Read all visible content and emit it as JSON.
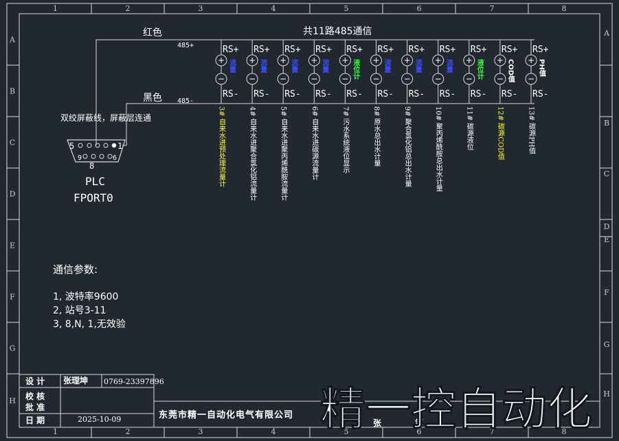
{
  "grid": {
    "cols": [
      "1",
      "2",
      "3",
      "4",
      "5",
      "6",
      "7",
      "8"
    ],
    "rows_left": [
      "A",
      "B",
      "C",
      "D",
      "E",
      "F",
      "G",
      "H"
    ],
    "rows_right": [
      "A",
      "B",
      "C",
      "D",
      "E",
      "F",
      "G",
      "H"
    ],
    "row_right_extra": "D"
  },
  "bus": {
    "title": "共11路485通信",
    "red_label": "红色",
    "black_label": "黑色",
    "plus_label": "485+",
    "minus_label": "485-",
    "shield_note": "双绞屏蔽线，屏蔽层连通"
  },
  "plc": {
    "name": "PLC",
    "port": "FPORT0",
    "pin5": "5",
    "pin1": "1",
    "pin9": "9",
    "pin6": "6",
    "pin8": "8"
  },
  "modules": [
    {
      "top": "RS+",
      "bottom": "RS-",
      "plus": "+",
      "minus": "−",
      "tag": "流量",
      "tag_color": "#3a4cff",
      "caption": "3# 自来水进预处理流量计",
      "caption_color": "#ffff33"
    },
    {
      "top": "RS+",
      "bottom": "RS-",
      "plus": "+",
      "minus": "−",
      "tag": "流量",
      "tag_color": "#3a4cff",
      "caption": "4# 自来水进聚合氯化铝流量计",
      "caption_color": "#ffffff"
    },
    {
      "top": "RS+",
      "bottom": "RS-",
      "plus": "+",
      "minus": "−",
      "tag": "流量",
      "tag_color": "#3a4cff",
      "caption": "5# 自来水进聚丙烯酰胺流量计",
      "caption_color": "#ffffff"
    },
    {
      "top": "RS+",
      "bottom": "RS-",
      "plus": "+",
      "minus": "−",
      "tag": "流量",
      "tag_color": "#3a4cff",
      "caption": "6# 自来水进碳源流量计",
      "caption_color": "#ffffff"
    },
    {
      "top": "RS+",
      "bottom": "RS-",
      "plus": "+",
      "minus": "−",
      "tag": "液位计",
      "tag_color": "#33ff33",
      "caption": "7# 污水系统液位显示",
      "caption_color": "#ffffff"
    },
    {
      "top": "RS+",
      "bottom": "RS-",
      "plus": "+",
      "minus": "−",
      "tag": "流量",
      "tag_color": "#3a4cff",
      "caption": "8# 原水总出水计量",
      "caption_color": "#ffffff"
    },
    {
      "top": "RS+",
      "bottom": "RS-",
      "plus": "+",
      "minus": "−",
      "tag": "流量",
      "tag_color": "#3a4cff",
      "caption": "9# 聚合氯化铝总出水计量",
      "caption_color": "#ffffff"
    },
    {
      "top": "RS+",
      "bottom": "RS-",
      "plus": "+",
      "minus": "−",
      "tag": "流量",
      "tag_color": "#3a4cff",
      "caption": "10# 聚丙烯酰胺总出水计量",
      "caption_color": "#ffffff"
    },
    {
      "top": "RS+",
      "bottom": "RS-",
      "plus": "+",
      "minus": "−",
      "tag": "液位计",
      "tag_color": "#33ff33",
      "caption": "11# 碳源液位",
      "caption_color": "#ffffff"
    },
    {
      "top": "RS+",
      "bottom": "RS-",
      "plus": "+",
      "minus": "−",
      "tag": "COD值",
      "tag_color": "#ffffff",
      "caption": "12# 碳源COD值",
      "caption_color": "#ffff33"
    },
    {
      "top": "RS+",
      "bottom": "RS-",
      "plus": "+",
      "minus": "−",
      "tag": "PH值",
      "tag_color": "#ffffff",
      "caption": "13# 碳源PH值",
      "caption_color": "#ffffff"
    }
  ],
  "params": {
    "title": "通信参数:",
    "items": [
      "1, 波特率9600",
      "2, 站号3-11",
      "3, 8,N, 1,无效验"
    ]
  },
  "title_block": {
    "design_label": "设 计",
    "design_name": "张理坤",
    "phone": "0769-23397896",
    "check_label": "校 核",
    "approve_label": "批 准",
    "date_label": "日 期",
    "date_value": "2025-10-09",
    "company": "东莞市精一自动化电气有限公司",
    "sheet_partial_1": "张",
    "sheet_partial_2": "第",
    "watermark": "精一控自动化"
  }
}
